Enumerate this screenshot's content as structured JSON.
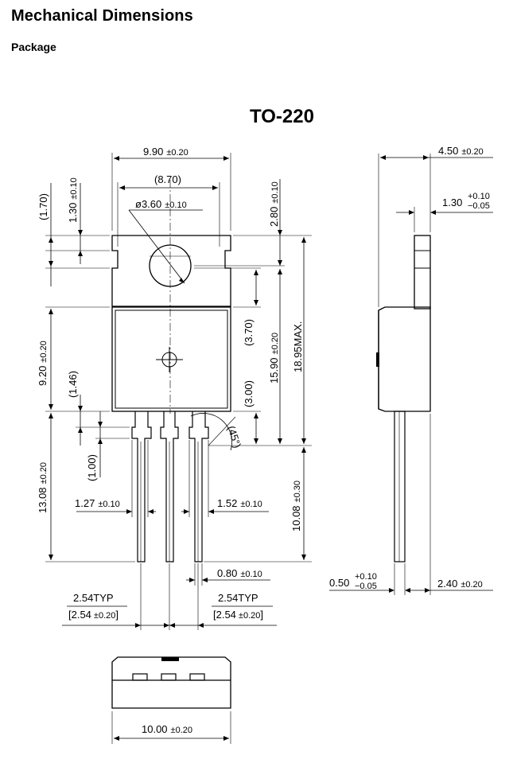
{
  "heading": "Mechanical Dimensions",
  "subheading": "Package",
  "package_name": "TO-220",
  "dims": {
    "width": {
      "v": "9.90",
      "t": "±0.20"
    },
    "width_ref": {
      "v": "(8.70)"
    },
    "hole": {
      "v": "ø3.60",
      "t": "±0.10"
    },
    "tab_top": {
      "v": "(1.70)"
    },
    "notch": {
      "v": "1.30",
      "t": "±0.10"
    },
    "hole_from_top": {
      "v": "2.80",
      "t": "±0.10"
    },
    "body_height": {
      "v": "9.20",
      "t": "±0.20"
    },
    "d370": {
      "v": "(3.70)"
    },
    "d1590": {
      "v": "15.90",
      "t": "±0.20"
    },
    "d1895": {
      "v": "18.95MAX."
    },
    "d146": {
      "v": "(1.46)"
    },
    "d300": {
      "v": "(3.00)"
    },
    "angle": {
      "v": "(45°)"
    },
    "d100": {
      "v": "(1.00)"
    },
    "lead_total": {
      "v": "13.08",
      "t": "±0.20"
    },
    "lead_wide": {
      "v": "1.27",
      "t": "±0.10"
    },
    "lead_wide2": {
      "v": "1.52",
      "t": "±0.10"
    },
    "lead_len": {
      "v": "10.08",
      "t": "±0.30"
    },
    "lead_w": {
      "v": "0.80",
      "t": "±0.10"
    },
    "pitch_l": {
      "v": "2.54TYP",
      "v2": "[2.54",
      "t": "±0.20",
      "close": "]"
    },
    "pitch_r": {
      "v": "2.54TYP",
      "v2": "[2.54",
      "t": "±0.20",
      "close": "]"
    },
    "side_thick": {
      "v": "4.50",
      "t": "±0.20"
    },
    "side_tab": {
      "v": "1.30",
      "t_up": "+0.10",
      "t_dn": "−0.05"
    },
    "side_lead": {
      "v": "0.50",
      "t_up": "+0.10",
      "t_dn": "−0.05"
    },
    "side_offset": {
      "v": "2.40",
      "t": "±0.20"
    },
    "bottom_width": {
      "v": "10.00",
      "t": "±0.20"
    }
  }
}
